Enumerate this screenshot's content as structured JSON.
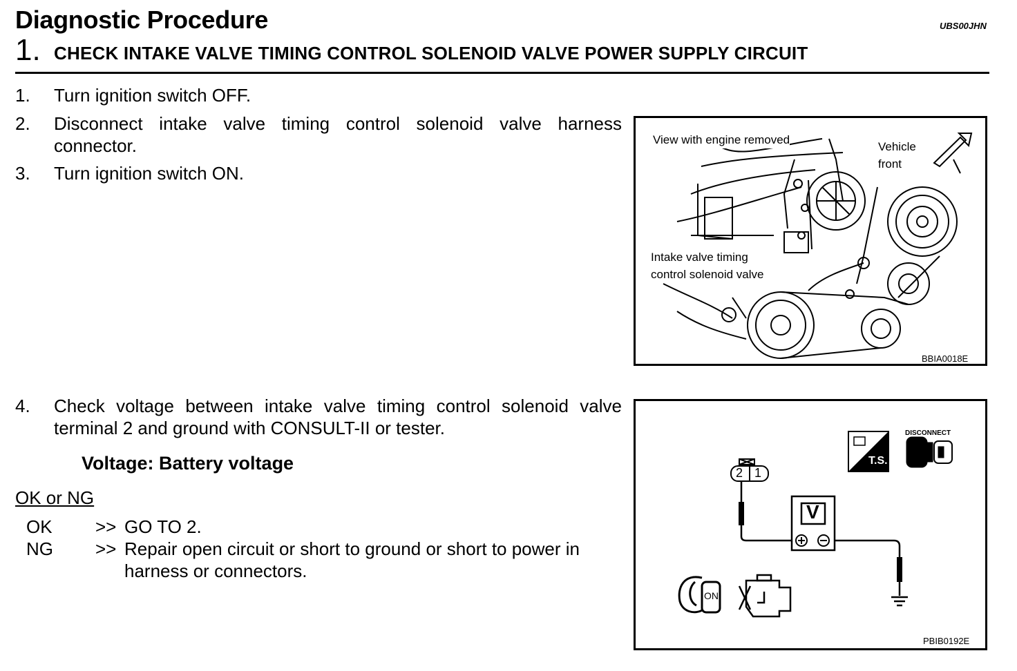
{
  "header": {
    "title": "Diagnostic Procedure",
    "doc_id": "UBS00JHN",
    "step_number": "1.",
    "step_title": "CHECK INTAKE VALVE TIMING CONTROL SOLENOID VALVE POWER SUPPLY CIRCUIT"
  },
  "steps": [
    {
      "num": "1.",
      "text": "Turn ignition switch OFF."
    },
    {
      "num": "2.",
      "text": "Disconnect intake valve timing control solenoid valve harness connector."
    },
    {
      "num": "3.",
      "text": "Turn ignition switch ON."
    },
    {
      "num": "4.",
      "text": "Check voltage between intake valve timing control solenoid valve terminal 2 and ground with CONSULT-II or tester."
    }
  ],
  "spec": "Voltage: Battery voltage",
  "result_header": "OK or NG",
  "results": [
    {
      "label": "OK",
      "arrow": ">>",
      "text": "GO TO 2."
    },
    {
      "label": "NG",
      "arrow": ">>",
      "text": "Repair open circuit or short to ground or short to power in harness or connectors."
    }
  ],
  "figure1": {
    "caption_top": "View with engine removed",
    "direction_line1": "Vehicle",
    "direction_line2": "front",
    "part_line1": "Intake valve timing",
    "part_line2": "control solenoid valve",
    "code": "BBIA0018E"
  },
  "figure2": {
    "disconnect_label": "DISCONNECT",
    "ts_label": "T.S.",
    "terminal_a": "2",
    "terminal_b": "1",
    "meter_label": "V",
    "ignition_label": "ON",
    "code": "PBIB0192E"
  }
}
